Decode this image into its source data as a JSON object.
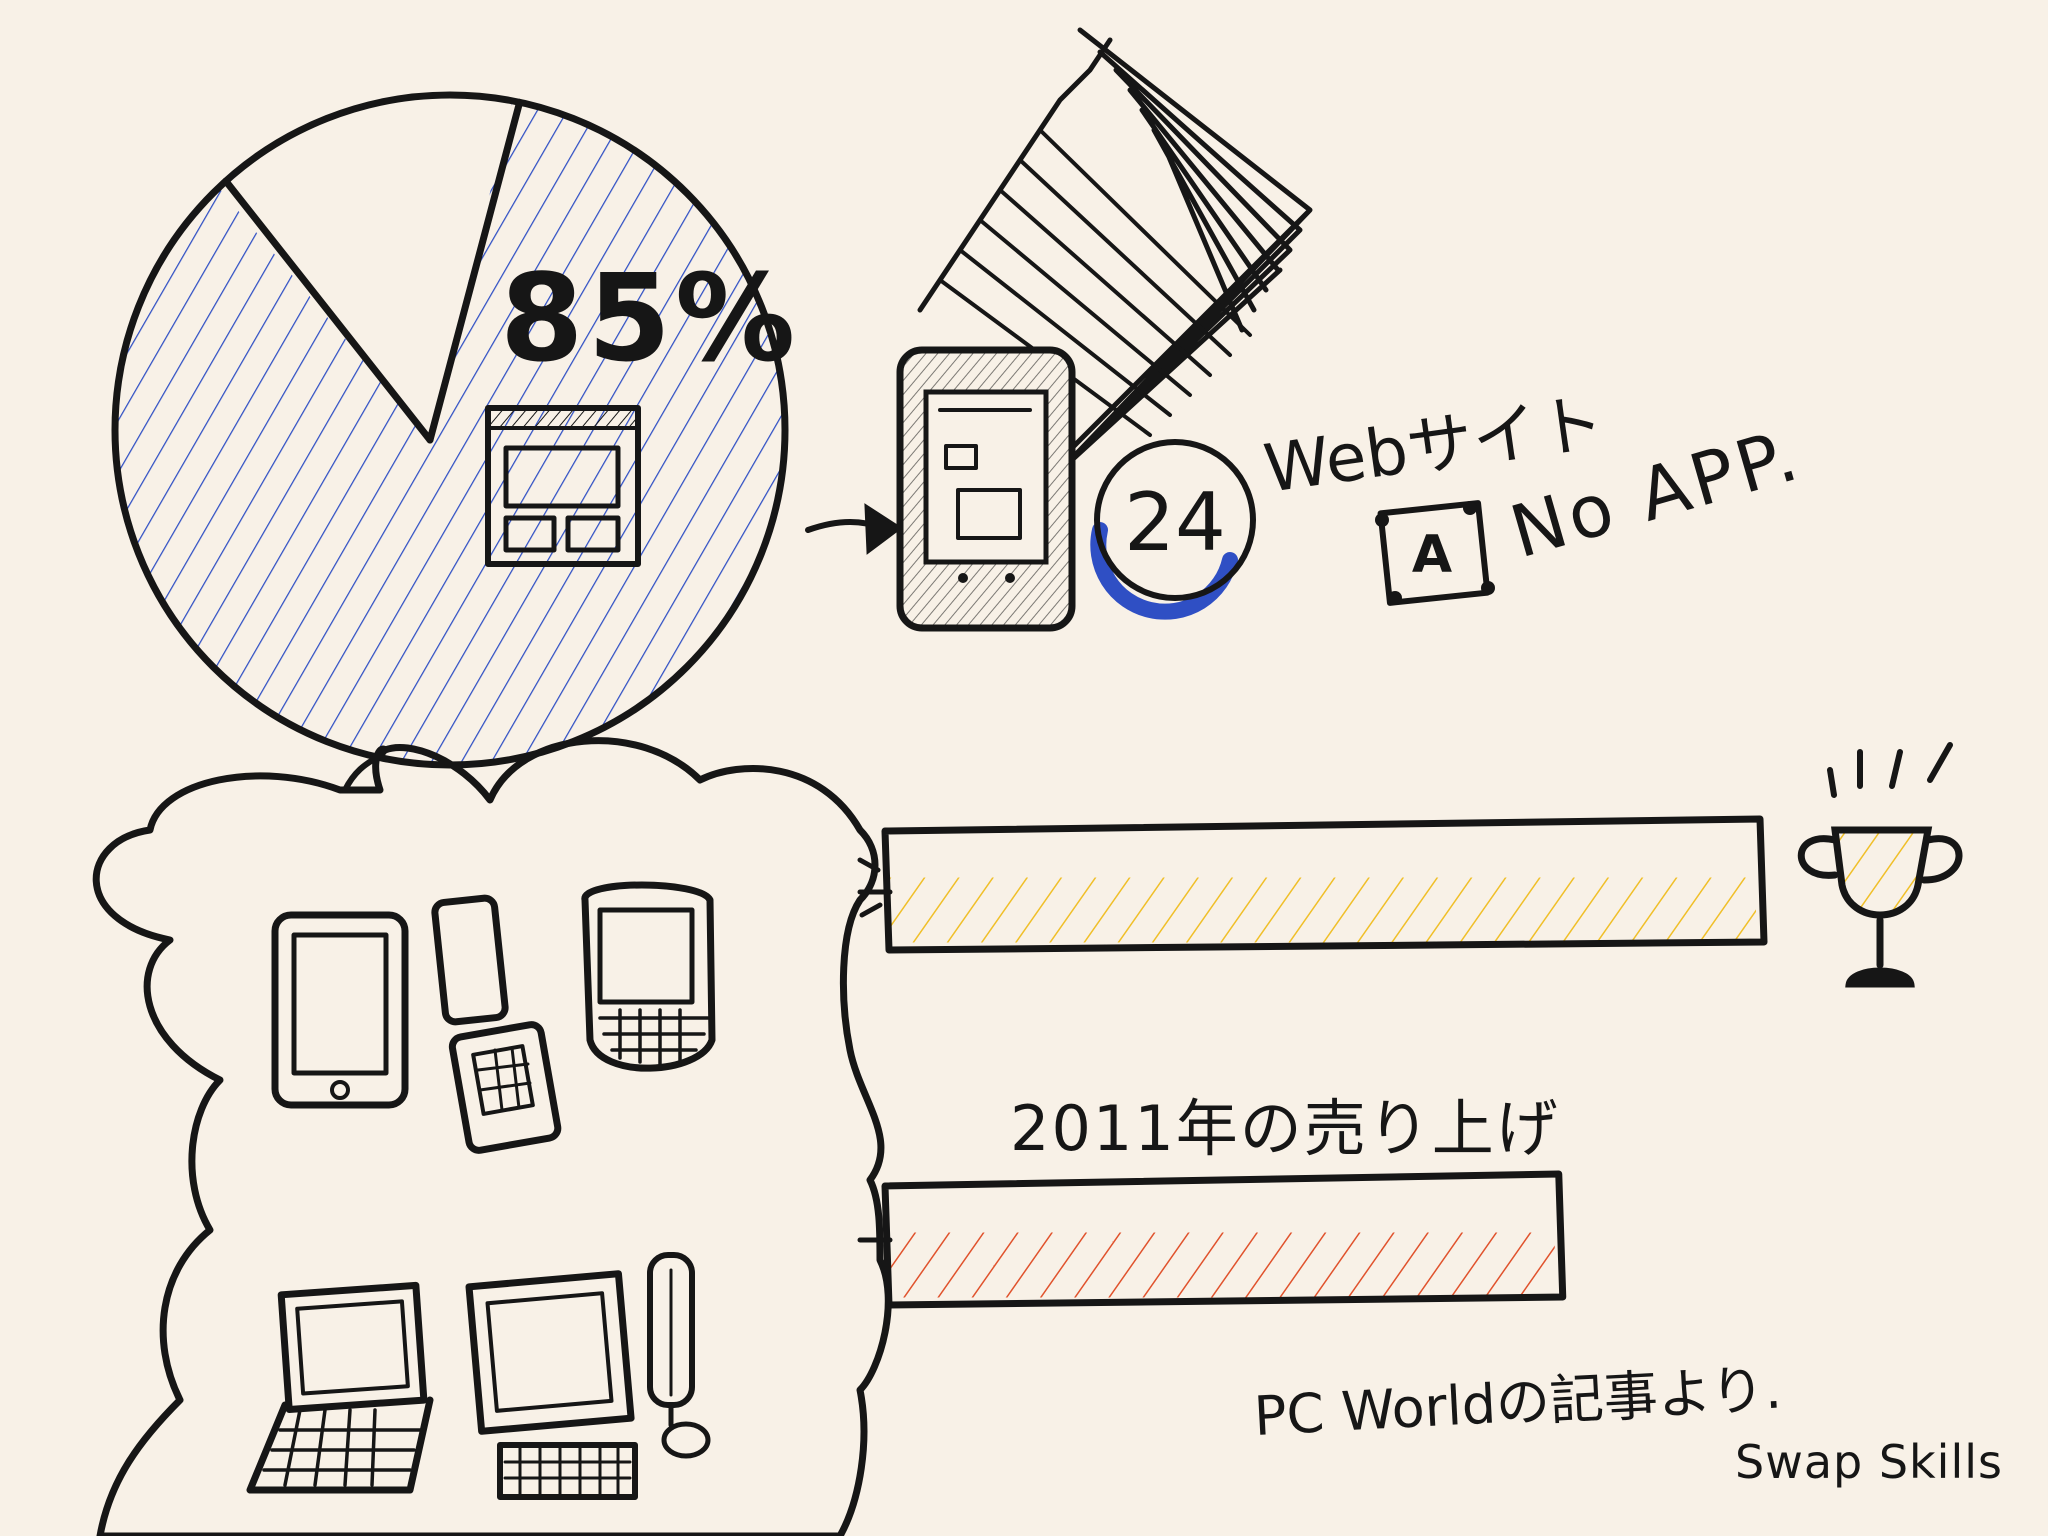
{
  "colors": {
    "paper": "#f8f1e7",
    "ink": "#161616",
    "blue": "#2f4fc4",
    "yellow": "#f0bf28",
    "red": "#e0522c"
  },
  "pie": {
    "share_label": "85%",
    "share_value": 85,
    "icon": "web-page-icon"
  },
  "mobile": {
    "phone_icon": "smartphone-icon",
    "count": "24",
    "sites_label": "Webサイト",
    "app_icon": "app-store-icon",
    "no_app_label": "No APP."
  },
  "devices": {
    "mobile_icons": [
      "smartphone-icon",
      "feature-phone-icon",
      "blackberry-phone-icon"
    ],
    "pc_icons": [
      "laptop-icon",
      "desktop-computer-icon"
    ]
  },
  "chart_data": {
    "type": "bar",
    "orientation": "horizontal",
    "categories": [
      "mobile devices",
      "PCs"
    ],
    "values": [
      1,
      0.77
    ],
    "xlabel": "",
    "ylabel": "",
    "caption": "2011年の売り上げ",
    "winner_icon": "trophy-icon"
  },
  "source_note": "PC Worldの記事より.",
  "signature": "Swap Skills"
}
